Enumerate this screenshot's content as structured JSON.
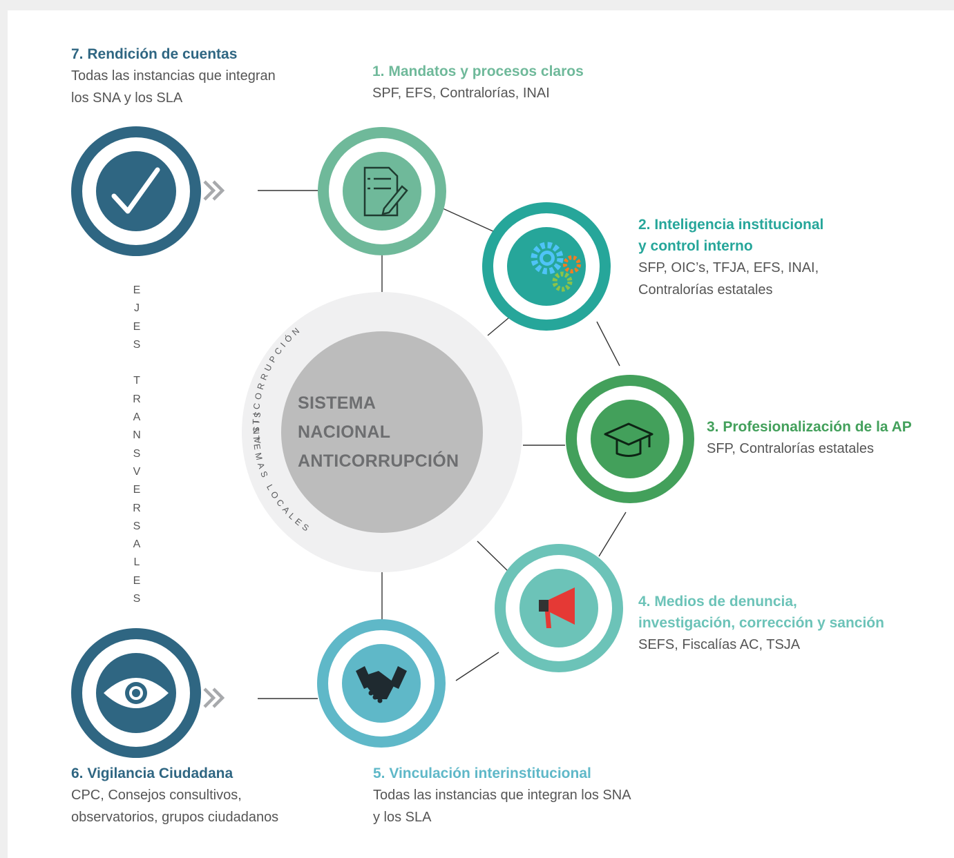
{
  "center": {
    "title": "SISTEMA\nNACIONAL\nANTICORRUPCIÓN",
    "ring_text_top": "ANTICORRUPCIÓN",
    "ring_text_bottom": "SISTEMAS LOCALES"
  },
  "axes_label": "EJES TRANSVERSALES",
  "nodes": [
    {
      "id": "1",
      "title": "1. Mandatos y procesos claros",
      "subtitle": "SPF, EFS, Contralorías, INAI",
      "color": "#6fb99a",
      "icon": "document-edit-icon"
    },
    {
      "id": "2",
      "title": "2. Inteligencia institucional\ny control interno",
      "subtitle": "SFP, OIC’s, TFJA, EFS, INAI,\nContralorías estatales",
      "color": "#26a69a",
      "icon": "gears-icon"
    },
    {
      "id": "3",
      "title": "3. Profesionalización de la AP",
      "subtitle": "SFP, Contralorías estatales",
      "color": "#43a05b",
      "icon": "graduation-cap-icon"
    },
    {
      "id": "4",
      "title": "4. Medios de denuncia,\ninvestigación, corrección y sanción",
      "subtitle": "SEFS, Fiscalías AC, TSJA",
      "color": "#6cc3b8",
      "icon": "megaphone-icon"
    },
    {
      "id": "5",
      "title": "5. Vinculación interinstitucional",
      "subtitle": "Todas las instancias que integran los SNA\ny los SLA",
      "color": "#5fb8c8",
      "icon": "handshake-icon"
    },
    {
      "id": "6",
      "title": "6. Vigilancia Ciudadana",
      "subtitle": "CPC, Consejos consultivos,\nobservatorios, grupos ciudadanos",
      "color": "#2f6682",
      "icon": "eye-icon"
    },
    {
      "id": "7",
      "title": "7. Rendición de cuentas",
      "subtitle": "Todas las instancias que integran\nlos SNA y los SLA",
      "color": "#2f6682",
      "icon": "checkmark-icon"
    }
  ],
  "colors": {
    "ring_gray": "#f0f0f1",
    "center_gray": "#bcbcbc",
    "center_text": "#6d6e70",
    "line": "#333333",
    "chevron": "#a7a9ac",
    "megaphone": "#e53935",
    "gear_orange": "#f57c20",
    "gear_blue": "#4fc3f7",
    "gear_green": "#8bc34a"
  }
}
